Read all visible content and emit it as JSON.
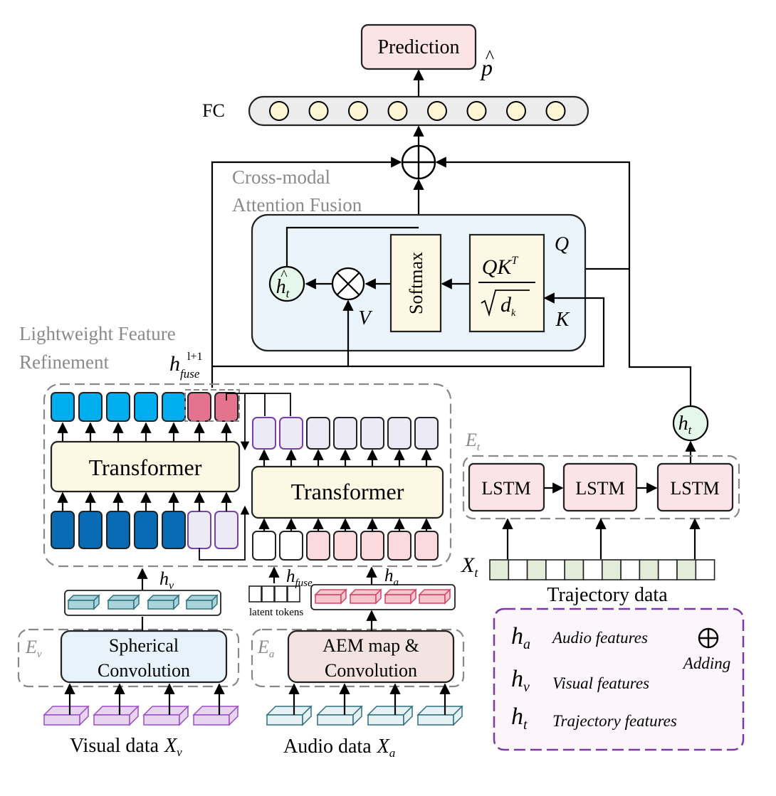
{
  "prediction": {
    "label": "Prediction",
    "symbol": "p",
    "hat": "^"
  },
  "fc": {
    "label": "FC",
    "node_count": 8
  },
  "cross_modal": {
    "title_line1": "Cross-modal",
    "title_line2": "Attention Fusion",
    "softmax": "Softmax",
    "qk_num": "QK",
    "qk_sup": "T",
    "qk_den": "d",
    "qk_den_sub": "k",
    "q_label": "Q",
    "k_label": "K",
    "v_label": "V",
    "ht_hat": "h",
    "ht_hat_sub": "t",
    "ht_hat_accent": "^"
  },
  "lightweight": {
    "title_line1": "Lightweight Feature",
    "title_line2": "Refinement",
    "hfuse_main": "h",
    "hfuse_sub": "fuse",
    "hfuse_sup": "l+1",
    "transformer_left": "Transformer",
    "transformer_right": "Transformer"
  },
  "trajectory": {
    "encoder": "E",
    "encoder_sub": "t",
    "lstm1": "LSTM",
    "lstm2": "LSTM",
    "lstm3": "LSTM",
    "ht_main": "h",
    "ht_sub": "t",
    "x_main": "X",
    "x_sub": "t",
    "caption": "Trajectory data"
  },
  "visual": {
    "hv_main": "h",
    "hv_sub": "v",
    "encoder": "E",
    "encoder_sub": "v",
    "box_line1": "Spherical",
    "box_line2": "Convolution",
    "caption": "Visual data",
    "x_main": "X",
    "x_sub": "v"
  },
  "audio": {
    "hfuse_main": "h",
    "hfuse_sub": "fuse",
    "ha_main": "h",
    "ha_sub": "a",
    "latent_tokens": "latent tokens",
    "encoder": "E",
    "encoder_sub": "a",
    "box_line1": "AEM map &",
    "box_line2": "Convolution",
    "caption": "Audio data",
    "x_main": "X",
    "x_sub": "a"
  },
  "legend": {
    "items": [
      {
        "sym": "h",
        "sub": "a",
        "desc": "Audio features"
      },
      {
        "sym": "h",
        "sub": "v",
        "desc": "Visual features"
      },
      {
        "sym": "h",
        "sub": "t",
        "desc": "Trajectory features"
      }
    ],
    "adding_symbol": "⊕",
    "adding_label": "Adding"
  },
  "colors": {
    "prediction_fill": "#fbe3e6",
    "fc_node": "#fff6d5",
    "fusion_panel": "#eaf4fa",
    "beige": "#fdf8e4",
    "visual_top": "#00aeef",
    "visual_bottom": "#0a6bb5",
    "pink_token": "#e4738f",
    "lavender": "#eceaf4",
    "purple_border": "#7b3fa8",
    "audio_token": "#fbd9dd",
    "lstm_fill": "#fbe4e8",
    "traj_green": "#e2ecd9",
    "ht_circle": "#e4f7ea",
    "legend_border": "#7a3aa0",
    "legend_bg": "#fcf6fb",
    "sph_conv": "#e7f2fb",
    "aem_conv": "#f3e4e2",
    "cube_teal": "#a9d3db",
    "cube_pink": "#f7c5cd",
    "cube_purple": "#e7d5f0"
  }
}
